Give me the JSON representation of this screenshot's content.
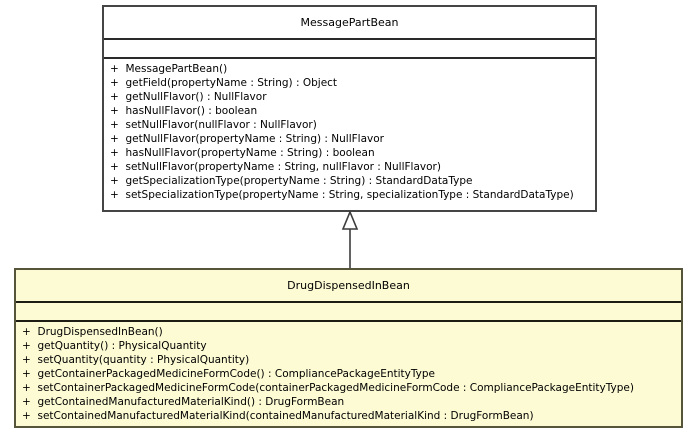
{
  "diagram": {
    "type": "uml-class-diagram",
    "background_color": "#ffffff",
    "relationship": {
      "kind": "generalization",
      "label": "",
      "from": "DrugDispensedInBean",
      "to": "MessagePartBean",
      "arrow_style": "hollow-triangle",
      "line_style": "solid",
      "line_color": "#3c3c3c"
    }
  },
  "classes": {
    "parent": {
      "name": "MessagePartBean",
      "stereotype": "",
      "fill_color": "#ffffff",
      "border_color": "#454545",
      "attributes": [],
      "operations": [
        {
          "visibility": "+",
          "signature": "MessagePartBean()"
        },
        {
          "visibility": "+",
          "signature": "getField(propertyName : String) : Object"
        },
        {
          "visibility": "+",
          "signature": "getNullFlavor() : NullFlavor"
        },
        {
          "visibility": "+",
          "signature": "hasNullFlavor() : boolean"
        },
        {
          "visibility": "+",
          "signature": "setNullFlavor(nullFlavor : NullFlavor)"
        },
        {
          "visibility": "+",
          "signature": "getNullFlavor(propertyName : String) : NullFlavor"
        },
        {
          "visibility": "+",
          "signature": "hasNullFlavor(propertyName : String) : boolean"
        },
        {
          "visibility": "+",
          "signature": "setNullFlavor(propertyName : String, nullFlavor : NullFlavor)"
        },
        {
          "visibility": "+",
          "signature": "getSpecializationType(propertyName : String) : StandardDataType"
        },
        {
          "visibility": "+",
          "signature": "setSpecializationType(propertyName : String, specializationType : StandardDataType)"
        }
      ]
    },
    "child": {
      "name": "DrugDispensedInBean",
      "stereotype": "",
      "fill_color": "#fdfbd4",
      "border_color": "#56553c",
      "attributes": [],
      "operations": [
        {
          "visibility": "+",
          "signature": "DrugDispensedInBean()"
        },
        {
          "visibility": "+",
          "signature": "getQuantity() : PhysicalQuantity"
        },
        {
          "visibility": "+",
          "signature": "setQuantity(quantity : PhysicalQuantity)"
        },
        {
          "visibility": "+",
          "signature": "getContainerPackagedMedicineFormCode() : CompliancePackageEntityType"
        },
        {
          "visibility": "+",
          "signature": "setContainerPackagedMedicineFormCode(containerPackagedMedicineFormCode : CompliancePackageEntityType)"
        },
        {
          "visibility": "+",
          "signature": "getContainedManufacturedMaterialKind() : DrugFormBean"
        },
        {
          "visibility": "+",
          "signature": "setContainedManufacturedMaterialKind(containedManufacturedMaterialKind : DrugFormBean)"
        }
      ]
    }
  }
}
